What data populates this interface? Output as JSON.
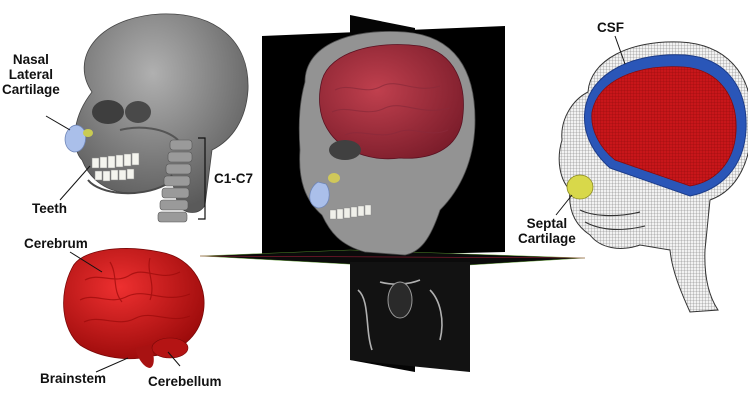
{
  "labels": {
    "nasal_lateral_cartilage": [
      "Nasal",
      "Lateral",
      "Cartilage"
    ],
    "teeth": "Teeth",
    "c1_c7": "C1-C7",
    "cerebrum": "Cerebrum",
    "brainstem": "Brainstem",
    "cerebellum": "Cerebellum",
    "csf": "CSF",
    "septal_cartilage": [
      "Septal",
      "Cartilage"
    ]
  },
  "colors": {
    "bone": "#8e8e8e",
    "bone_dark": "#5f5f5f",
    "brain_red": "#d81c1c",
    "brain_dark": "#9e0e0e",
    "cartilage_blue": "#a8bfe8",
    "septal_yellow": "#d8d84a",
    "csf_blue": "#2a56b8",
    "ct_plane": "#000000",
    "mesh_gray": "#bdbdbd"
  },
  "icons": [
    "skull-model",
    "brain-model",
    "ct-slice-planes",
    "head-mesh"
  ]
}
